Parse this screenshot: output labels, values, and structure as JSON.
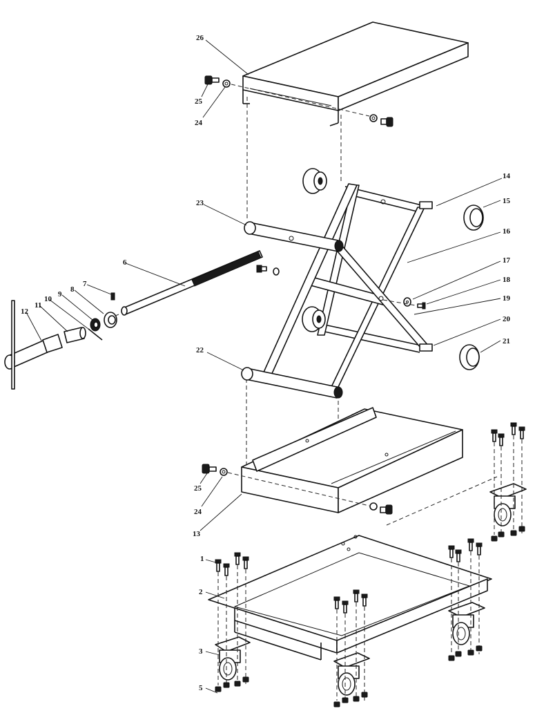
{
  "callouts": [
    {
      "id": "c26",
      "text": "26"
    },
    {
      "id": "c25a",
      "text": "25"
    },
    {
      "id": "c24a",
      "text": "24"
    },
    {
      "id": "c23",
      "text": "23"
    },
    {
      "id": "c14",
      "text": "14"
    },
    {
      "id": "c15",
      "text": "15"
    },
    {
      "id": "c16",
      "text": "16"
    },
    {
      "id": "c6",
      "text": "6"
    },
    {
      "id": "c7",
      "text": "7"
    },
    {
      "id": "c8",
      "text": "8"
    },
    {
      "id": "c9",
      "text": "9"
    },
    {
      "id": "c10",
      "text": "10"
    },
    {
      "id": "c11",
      "text": "11"
    },
    {
      "id": "c12",
      "text": "12"
    },
    {
      "id": "c17",
      "text": "17"
    },
    {
      "id": "c18",
      "text": "18"
    },
    {
      "id": "c19",
      "text": "19"
    },
    {
      "id": "c20",
      "text": "20"
    },
    {
      "id": "c21",
      "text": "21"
    },
    {
      "id": "c22",
      "text": "22"
    },
    {
      "id": "c25b",
      "text": "25"
    },
    {
      "id": "c24b",
      "text": "24"
    },
    {
      "id": "c13",
      "text": "13"
    },
    {
      "id": "c1",
      "text": "1"
    },
    {
      "id": "c2",
      "text": "2"
    },
    {
      "id": "c3",
      "text": "3"
    },
    {
      "id": "c5",
      "text": "5"
    }
  ]
}
